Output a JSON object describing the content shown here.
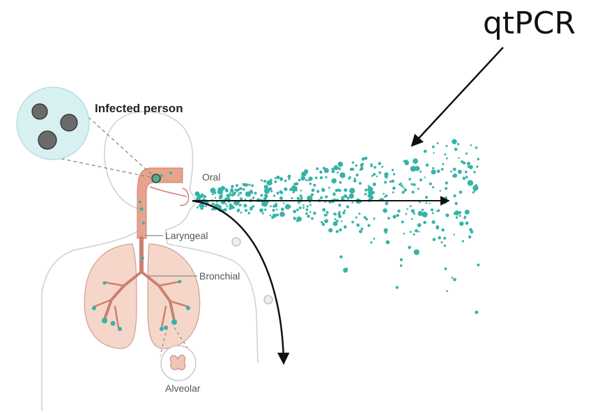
{
  "annotation": {
    "text": "qtPCR"
  },
  "figure": {
    "title": "Infected person",
    "labels": {
      "oral": "Oral",
      "laryngeal": "Laryngeal",
      "bronchial": "Bronchial",
      "alveolar": "Alveolar"
    }
  },
  "colors": {
    "droplet": "#35b3a8",
    "tract": "#e7a38d",
    "lung": "#f5d6c8",
    "outline": "#cfcfcf",
    "arrow": "#111111"
  }
}
